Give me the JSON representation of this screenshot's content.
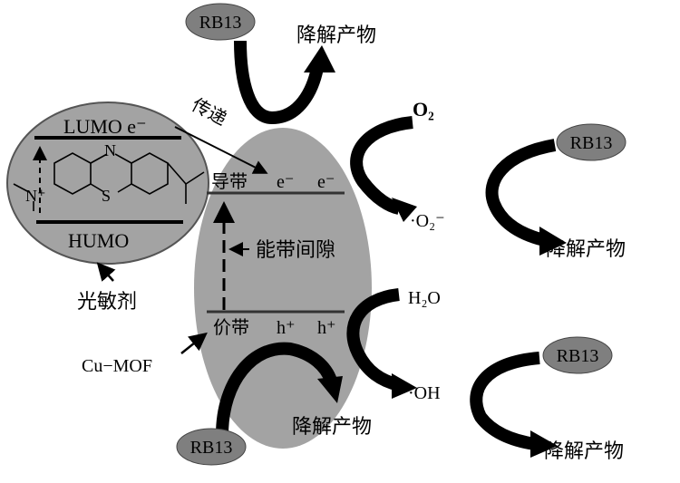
{
  "colors": {
    "fill": "#a3a3a3",
    "rb": "#7f7f7f",
    "ink": "#000000"
  },
  "photosensitizer": {
    "lumo": "LUMO e⁻",
    "humo": "HUMO",
    "label": "光敏剂",
    "atom_n": "N",
    "atom_s": "S",
    "atom_n_plus": "N⁺"
  },
  "transfer_label": "传递",
  "mof": {
    "label": "Cu−MOF",
    "cb": "导带",
    "vb": "价带",
    "e1": "e⁻",
    "e2": "e⁻",
    "h1": "h⁺",
    "h2": "h⁺",
    "gap": "能带间隙"
  },
  "rb": "RB13",
  "product": "降解产物",
  "species": {
    "o2": "O₂",
    "superoxide": "·O₂⁻",
    "h2o": "H₂O",
    "oh": "·OH"
  }
}
